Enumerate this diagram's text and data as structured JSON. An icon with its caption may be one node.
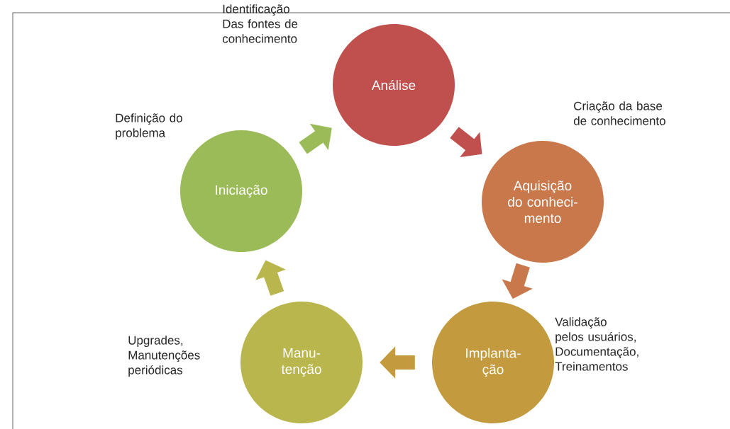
{
  "diagram": {
    "nodes": [
      {
        "text": [
          "Análise"
        ],
        "beside": [
          "Identificação Das fontes de conhecimento"
        ]
      },
      {
        "text": [
          "Aquisição do conheci- mento"
        ],
        "beside": [
          "Criação da base de conhecimento"
        ]
      },
      {
        "text": [
          "Implanta- ção"
        ],
        "beside": [
          "Validação pelos usuários, Documentação, Treinamentos"
        ]
      },
      {
        "text": [
          "Manu- tenção"
        ],
        "beside": [
          "Upgrades, Manutenções periódicas"
        ]
      },
      {
        "text": [
          "Iniciação"
        ],
        "beside": [
          "Definição do problema"
        ]
      }
    ],
    "edges": [
      {
        "from": 4,
        "to": 0,
        "arrow": "to",
        "color": "#9bbb59"
      },
      {
        "from": 0,
        "to": 1,
        "arrow": "to",
        "color": "#c0504d"
      },
      {
        "from": 1,
        "to": 2,
        "arrow": "to",
        "color": "#c8784a"
      },
      {
        "from": 2,
        "to": 3,
        "arrow": "to",
        "color": "#c49a3e"
      },
      {
        "from": 3,
        "to": 4,
        "arrow": "to",
        "color": "#b9b64e"
      }
    ]
  }
}
